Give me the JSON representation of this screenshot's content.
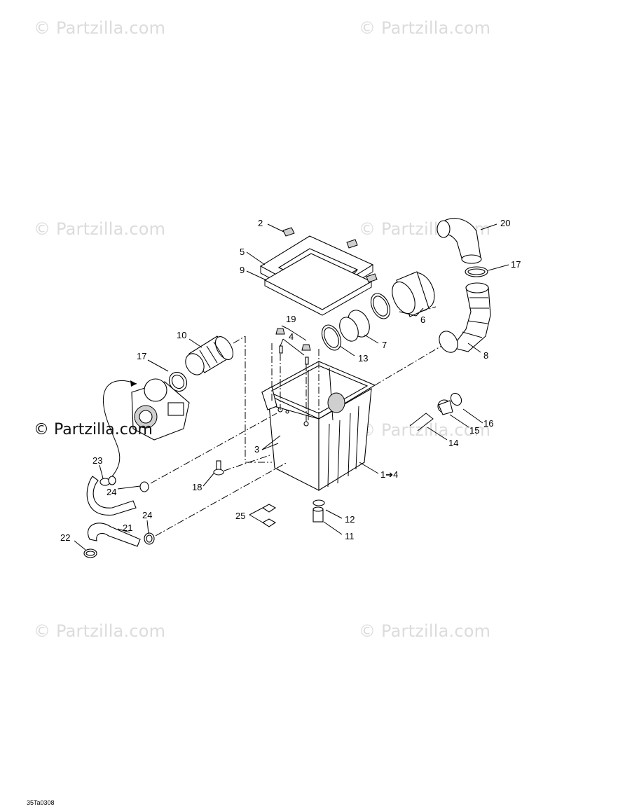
{
  "watermark": "© Partzilla.com",
  "main_watermark": "© Partzilla.com",
  "drawing_code": "35Ta0308",
  "callouts": {
    "c1": "1➔4",
    "c2": "2",
    "c3": "3",
    "c4": "4",
    "c5": "5",
    "c6": "6",
    "c7": "7",
    "c8": "8",
    "c9": "9",
    "c10": "10",
    "c11": "11",
    "c12": "12",
    "c13": "13",
    "c14": "14",
    "c15": "15",
    "c16": "16",
    "c17a": "17",
    "c17b": "17",
    "c18": "18",
    "c19": "19",
    "c20": "20",
    "c21": "21",
    "c22": "22",
    "c23": "23",
    "c24a": "24",
    "c24b": "24",
    "c25": "25"
  }
}
